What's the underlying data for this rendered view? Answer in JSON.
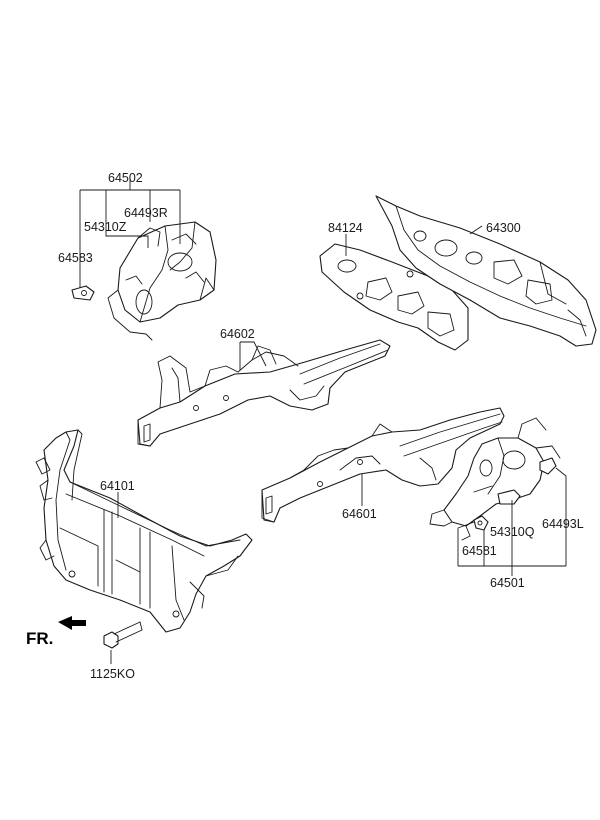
{
  "labels": {
    "p64502": "64502",
    "p54310Z": "54310Z",
    "p64493R": "64493R",
    "p64583": "64583",
    "p84124": "84124",
    "p64300": "64300",
    "p64602": "64602",
    "p64101": "64101",
    "p64601": "64601",
    "p54310Q": "54310Q",
    "p64493L": "64493L",
    "p64581": "64581",
    "p64501": "64501",
    "p1125KO": "1125KO"
  },
  "front_marker": "FR."
}
